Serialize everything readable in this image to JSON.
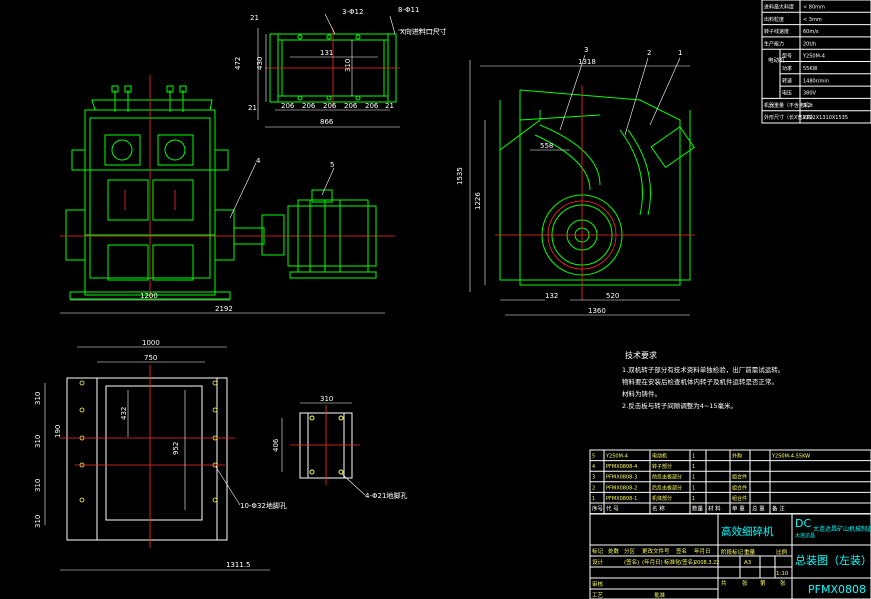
{
  "colors": {
    "background": "#000000",
    "outline": "#ffffff",
    "part": "#00ff00",
    "center": "#ff2a2a",
    "title_text": "#00ffff",
    "spec_text": "#ffffff"
  },
  "spec_table": [
    [
      "进料最大料度",
      "< 80mm"
    ],
    [
      "出料粒度",
      "< 3mm"
    ],
    [
      "转子线速度",
      "60m/s"
    ],
    [
      "生产能力",
      "20t/h"
    ],
    [
      "型号",
      "Y250M-4"
    ],
    [
      "功率",
      "55KW"
    ],
    [
      "转速",
      "1480r/min"
    ],
    [
      "电压",
      "380V"
    ],
    [
      "机器重量（不含电机）",
      "3.2t"
    ],
    [
      "外形尺寸（长X宽X高）",
      "2192X1310X1535"
    ]
  ],
  "spec_group_label": "电动机",
  "dims": {
    "top_small": {
      "d1": "3-Φ12",
      "d2": "8-Φ11",
      "note": "X向进料口尺寸",
      "h1": "21",
      "h2": "472",
      "h3": "430",
      "h4": "310",
      "w1": "131",
      "segs": [
        "21",
        "206",
        "206",
        "206",
        "206",
        "206",
        "21"
      ],
      "total": "866"
    },
    "front": {
      "w1200": "1200",
      "w2192": "2192"
    },
    "side": {
      "top": "1318",
      "h1535": "1535",
      "h1226": "1226",
      "w558": "558",
      "w132": "132",
      "w520": "520",
      "w1360": "1360"
    },
    "base": {
      "w1000": "1000",
      "w750": "750",
      "h432": "432",
      "h952": "952",
      "left": [
        "310",
        "310",
        "190",
        "310",
        "310"
      ],
      "holes": "10-Φ32地脚孔",
      "w1311": "1311.5"
    },
    "motor_base": {
      "w310": "310",
      "h406": "406",
      "holes": "4-Φ21地脚孔"
    }
  },
  "balloons": [
    "3",
    "2",
    "1",
    "4",
    "5"
  ],
  "notes": {
    "title": "技术要求",
    "lines": [
      "1.双机转子部分有技术资料单独检验，出厂前需试运转。",
      "  物料要在安装后检查机体内转子及机件运转是否正常。",
      "  材料为铸件。",
      "2.反击板与转子间隙调整为4~15毫米。"
    ]
  },
  "bom": [
    [
      "5",
      "Y250M-4",
      "电动机",
      "1",
      "",
      "外购",
      "",
      "Y250M-4-55KW"
    ],
    [
      "4",
      "PFMX0808-4",
      "转子部分",
      "1",
      "",
      "",
      "",
      ""
    ],
    [
      "3",
      "PFMX0808-3",
      "前反击板部分",
      "1",
      "",
      "组合件",
      "",
      ""
    ],
    [
      "2",
      "PFMX0808-2",
      "后反击板部分",
      "1",
      "",
      "组合件",
      "",
      ""
    ],
    [
      "1",
      "PFMX0808-1",
      "机体部分",
      "1",
      "",
      "组合件",
      "",
      ""
    ]
  ],
  "bom_header": [
    "序号",
    "代 号",
    "名 称",
    "数量",
    "材 料",
    "单 重",
    "总 重",
    "备 注"
  ],
  "title_block": {
    "product": "高效细碎机",
    "company_logo": "DC",
    "company_sub": "大连达昌",
    "company": "大连达昌矿山机械制造有限公司",
    "drawing": "总装图（左装）",
    "code": "PFMX0808",
    "labels": [
      "标记",
      "处数",
      "分区",
      "更改文件号",
      "签名",
      "年月日"
    ],
    "row2": [
      "设计",
      "",
      "(签名)",
      "(年月日)",
      "标准化",
      "(签名)",
      "2008.3.22"
    ],
    "row3": [
      "审核",
      "",
      "",
      "",
      "",
      "",
      ""
    ],
    "row4": [
      "工艺",
      "",
      "",
      "批准",
      "",
      ""
    ],
    "stage": [
      "阶段标记",
      "重量",
      "比例"
    ],
    "stage_vals": [
      "A3",
      "",
      "1:10"
    ],
    "sheet": [
      "共",
      "张",
      "第",
      "张"
    ]
  }
}
